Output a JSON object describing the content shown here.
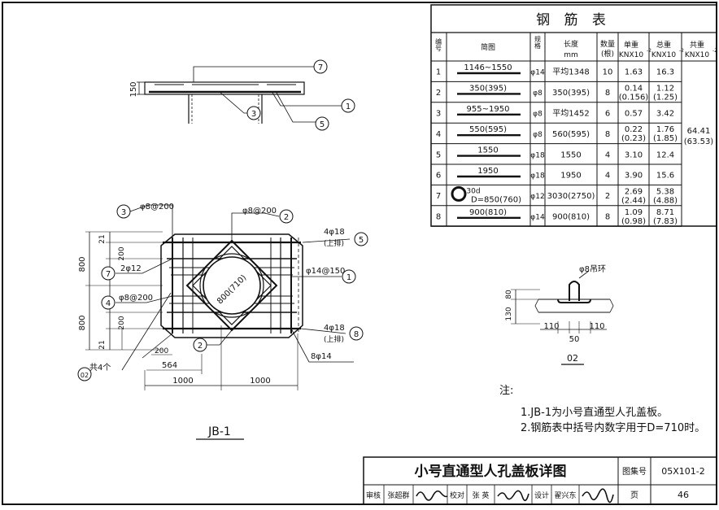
{
  "rebar_table": {
    "title": "钢 筋 表",
    "headers": {
      "no": "编号",
      "shape": "简图",
      "spec": "规格",
      "length": "长度",
      "length_unit": "mm",
      "count": "数量",
      "count_unit": "(根)",
      "unit_weight": "单重",
      "total_weight": "总重",
      "sum_weight": "共重",
      "weight_unit": "KNX10",
      "weight_exp": "-2"
    },
    "rows": [
      {
        "no": "1",
        "shape": "1146~1550",
        "spec": "φ14",
        "length": "平均1348",
        "count": "10",
        "unit_weight": "1.63",
        "total_weight": "16.3"
      },
      {
        "no": "2",
        "shape": "350(395)",
        "spec": "φ8",
        "length": "350(395)",
        "count": "8",
        "unit_weight": "0.14",
        "unit_weight_b": "(0.156)",
        "total_weight": "1.12",
        "total_weight_b": "(1.25)"
      },
      {
        "no": "3",
        "shape": "955~1950",
        "spec": "φ8",
        "length": "平均1452",
        "count": "6",
        "unit_weight": "0.57",
        "total_weight": "3.42"
      },
      {
        "no": "4",
        "shape": "550(595)",
        "spec": "φ8",
        "length": "560(595)",
        "count": "8",
        "unit_weight": "0.22",
        "unit_weight_b": "(0.23)",
        "total_weight": "1.76",
        "total_weight_b": "(1.85)"
      },
      {
        "no": "5",
        "shape": "1550",
        "spec": "φ18",
        "length": "1550",
        "count": "4",
        "unit_weight": "3.10",
        "total_weight": "12.4"
      },
      {
        "no": "6",
        "shape": "1950",
        "spec": "φ18",
        "length": "1950",
        "count": "4",
        "unit_weight": "3.90",
        "total_weight": "15.6"
      },
      {
        "no": "7",
        "shape": "D=850(760)",
        "shape_top": "30d",
        "spec": "φ12",
        "length": "3030(2750)",
        "count": "2",
        "unit_weight": "2.69",
        "unit_weight_b": "(2.44)",
        "total_weight": "5.38",
        "total_weight_b": "(4.88)"
      },
      {
        "no": "8",
        "shape": "900(810)",
        "spec": "φ14",
        "length": "900(810)",
        "count": "8",
        "unit_weight": "1.09",
        "unit_weight_b": "(0.98)",
        "total_weight": "8.71",
        "total_weight_b": "(7.83)"
      }
    ],
    "sum_weight": "64.41",
    "sum_weight_b": "(63.53)"
  },
  "section": {
    "dim_150": "150",
    "marks": [
      "7",
      "3",
      "1",
      "5"
    ]
  },
  "plan": {
    "callouts": {
      "c3": "φ8@200",
      "c2": "φ8@200",
      "c5": "4φ18",
      "c5_sub": "(上排)",
      "c7": "2φ12",
      "c1": "φ14@150",
      "c4": "φ8@200",
      "c8": "4φ18",
      "c8_sub": "(上排)",
      "c8_extra": "8φ14",
      "c02": "共4个"
    },
    "circle_label": "800(710)",
    "dims": {
      "d800_top": "800",
      "d800_bot": "800",
      "d21_top": "21",
      "d200_a": "200",
      "d200_b": "200",
      "d21_bot": "21",
      "d200_h": "200",
      "d564": "564",
      "d1000_l": "1000",
      "d1000_r": "1000"
    },
    "marks": [
      "3",
      "2",
      "5",
      "7",
      "1",
      "4",
      "8",
      "2",
      "02"
    ],
    "title": "JB-1"
  },
  "ring_detail": {
    "label": "φ8吊环",
    "dim_80": "80",
    "dim_130": "130",
    "dim_110_l": "110",
    "dim_50": "50",
    "dim_110_r": "110",
    "title": "02"
  },
  "notes": {
    "heading": "注:",
    "items": [
      "1.JB-1为小号直通型人孔盖板。",
      "2.钢筋表中括号内数字用于D=710时。"
    ]
  },
  "title_block": {
    "drawing_title": "小号直通型人孔盖板详图",
    "atlas_label": "图集号",
    "atlas_no": "05X101-2",
    "page_label": "页",
    "page_no": "46",
    "review_label": "审核",
    "review_name": "张超群",
    "check_label": "校对",
    "check_name": "张 英",
    "design_label": "设计",
    "design_name": "翟兴东"
  }
}
